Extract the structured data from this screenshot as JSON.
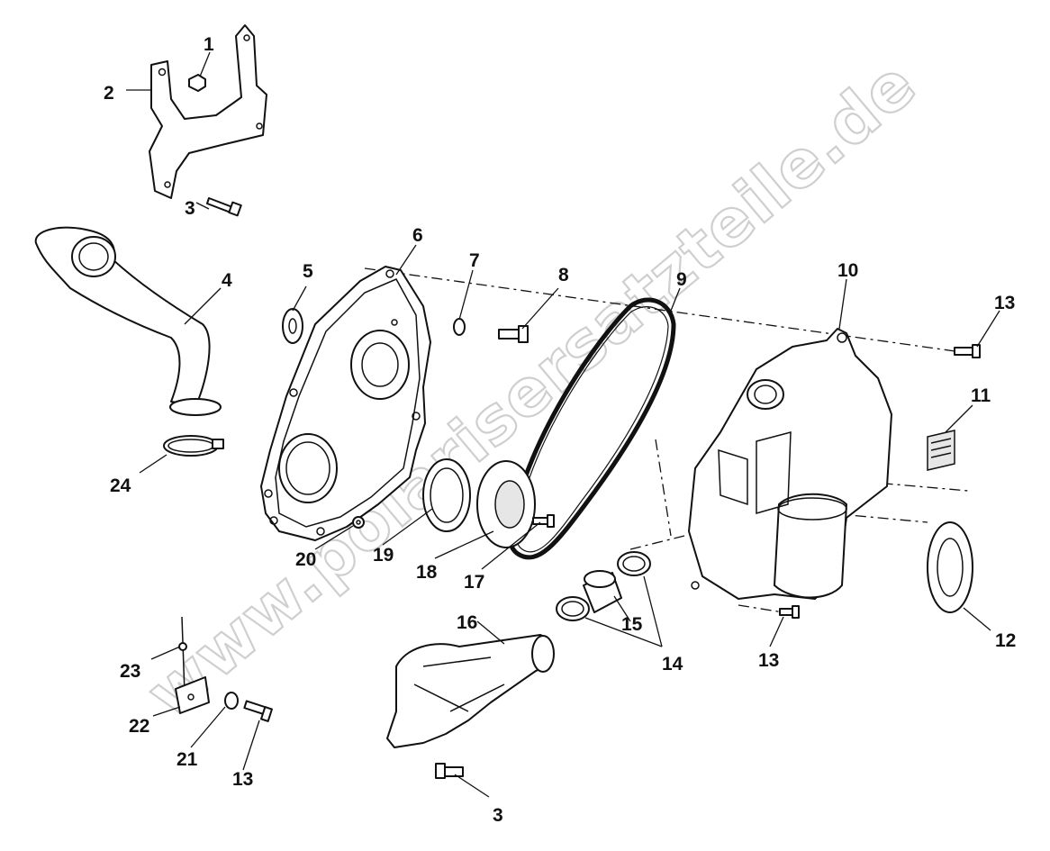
{
  "watermark": "www.polarisersatzteile.de",
  "callouts": {
    "c1": "1",
    "c2": "2",
    "c3a": "3",
    "c3b": "3",
    "c4": "4",
    "c5": "5",
    "c6": "6",
    "c7": "7",
    "c8": "8",
    "c9": "9",
    "c10": "10",
    "c11": "11",
    "c12": "12",
    "c13a": "13",
    "c13b": "13",
    "c13c": "13",
    "c14": "14",
    "c15": "15",
    "c16": "16",
    "c17": "17",
    "c18": "18",
    "c19": "19",
    "c20": "20",
    "c21": "21",
    "c22": "22",
    "c23": "23",
    "c24": "24"
  }
}
